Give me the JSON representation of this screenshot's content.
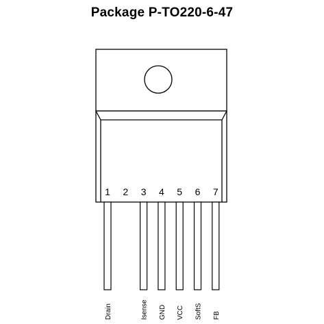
{
  "title": "Package P-TO220-6-47",
  "pins": [
    {
      "number": "1",
      "label": "Drain",
      "lead": true
    },
    {
      "number": "2",
      "label": "",
      "lead": false
    },
    {
      "number": "3",
      "label": "Isense",
      "lead": true
    },
    {
      "number": "4",
      "label": "GND",
      "lead": true
    },
    {
      "number": "5",
      "label": "VCC",
      "lead": true
    },
    {
      "number": "6",
      "label": "SoftS",
      "lead": true
    },
    {
      "number": "7",
      "label": "FB",
      "lead": true
    }
  ]
}
